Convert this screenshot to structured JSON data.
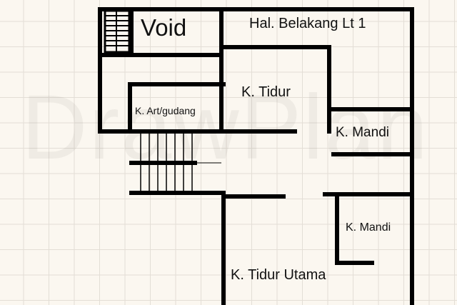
{
  "watermark": "DrawPlan",
  "rooms": {
    "void": "Void",
    "hal_belakang": "Hal. Belakang Lt 1",
    "kamar_tidur": "K. Tidur",
    "kamar_art_gudang": "K. Art/gudang",
    "kamar_mandi_1": "K. Mandi",
    "kamar_mandi_2": "K. Mandi",
    "kamar_tidur_utama": "K. Tidur Utama"
  },
  "colors": {
    "background": "#fbf7f0",
    "grid": "#e3ded6",
    "walls": "#000000"
  }
}
